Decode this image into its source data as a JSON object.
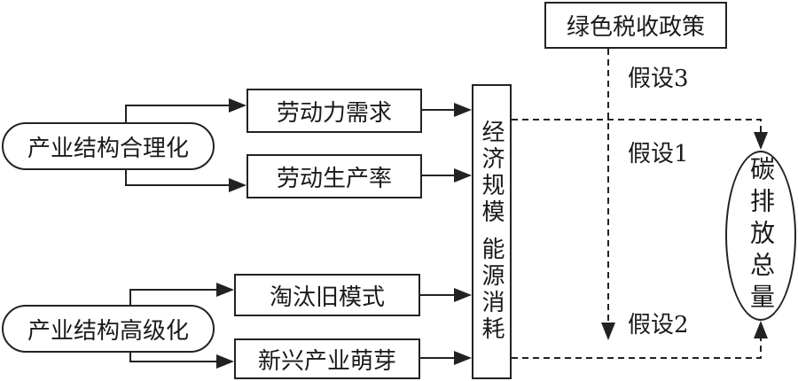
{
  "nodes": {
    "rationalization": "产业结构合理化",
    "advancement": "产业结构高级化",
    "labor_demand": "劳动力需求",
    "labor_productivity": "劳动生产率",
    "phase_out": "淘汰旧模式",
    "emerging": "新兴产业萌芽",
    "economy_energy": "经济规模 能源消耗",
    "green_tax": "绿色税收政策",
    "carbon": "碳排放总量"
  },
  "hypotheses": {
    "h1": "假设1",
    "h2": "假设2",
    "h3": "假设3"
  },
  "colors": {
    "line": "#222222",
    "background": "#ffffff"
  }
}
